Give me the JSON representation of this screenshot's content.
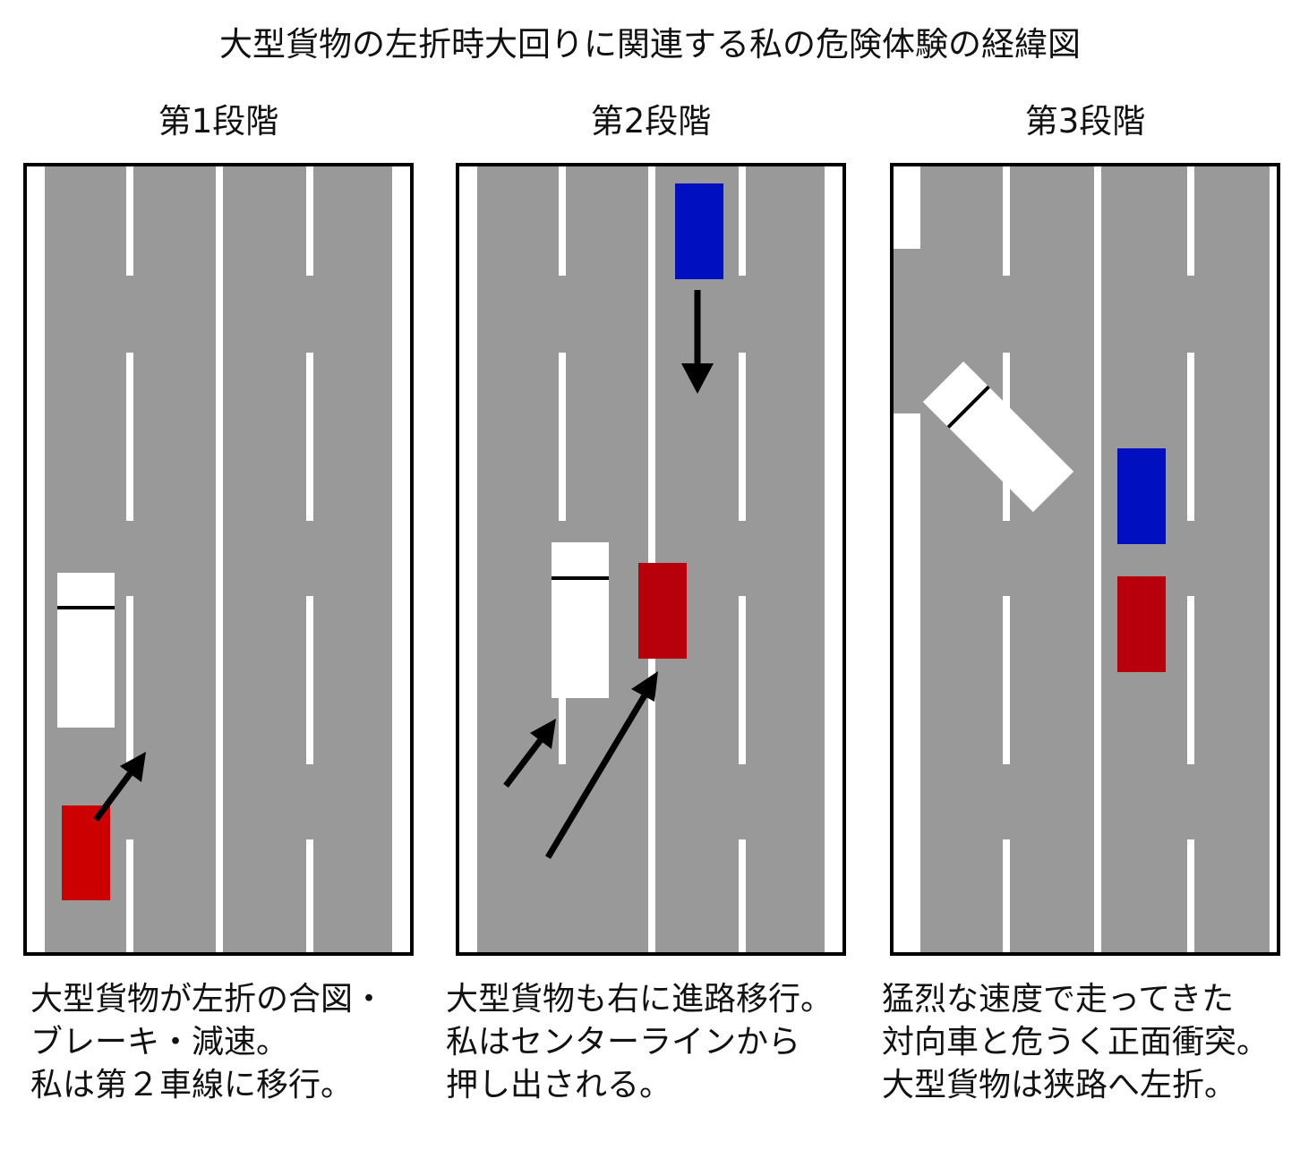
{
  "title": "大型貨物の左折時大回りに関連する私の危険体験の経緯図",
  "stages": [
    {
      "label": "第1段階",
      "caption": [
        "大型貨物が左折の合図・",
        "ブレーキ・減速。",
        "私は第２車線に移行。"
      ]
    },
    {
      "label": "第2段階",
      "caption": [
        "大型貨物も右に進路移行。",
        "私はセンターラインから",
        "押し出される。"
      ]
    },
    {
      "label": "第3段階",
      "caption": [
        "猛烈な速度で走ってきた",
        "対向車と危うく正面衝突。",
        "大型貨物は狭路へ左折。"
      ]
    }
  ],
  "colors": {
    "road": "#999999",
    "my_car": "#c00010",
    "oncoming_car": "#0010c0",
    "truck": "#ffffff",
    "lane_line": "#ffffff",
    "arrow": "#000000"
  }
}
